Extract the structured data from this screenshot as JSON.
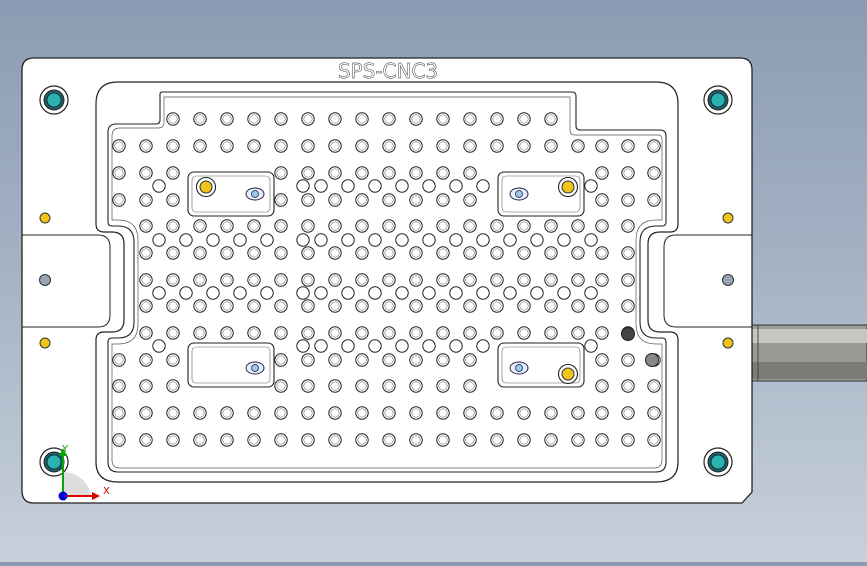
{
  "plate": {
    "label": "SPS-CNC3"
  },
  "axis": {
    "x_label": "X",
    "y_label": "Y"
  },
  "colors": {
    "background_top": "#8a9bb3",
    "background_bottom": "#c7d0db",
    "plate_fill": "#ffffff",
    "outline": "#222222",
    "teal_pin": "#2bb3ad",
    "yellow_pin": "#f0c419",
    "grey_pin": "#9aa4b0",
    "shaft": "#9c9c98",
    "axis_x": "#d00000",
    "axis_y": "#00a000",
    "axis_origin": "#0000d0"
  },
  "icons": [
    "locating-pin-icon",
    "coordinate-triad-icon",
    "clamp-pocket-icon"
  ]
}
